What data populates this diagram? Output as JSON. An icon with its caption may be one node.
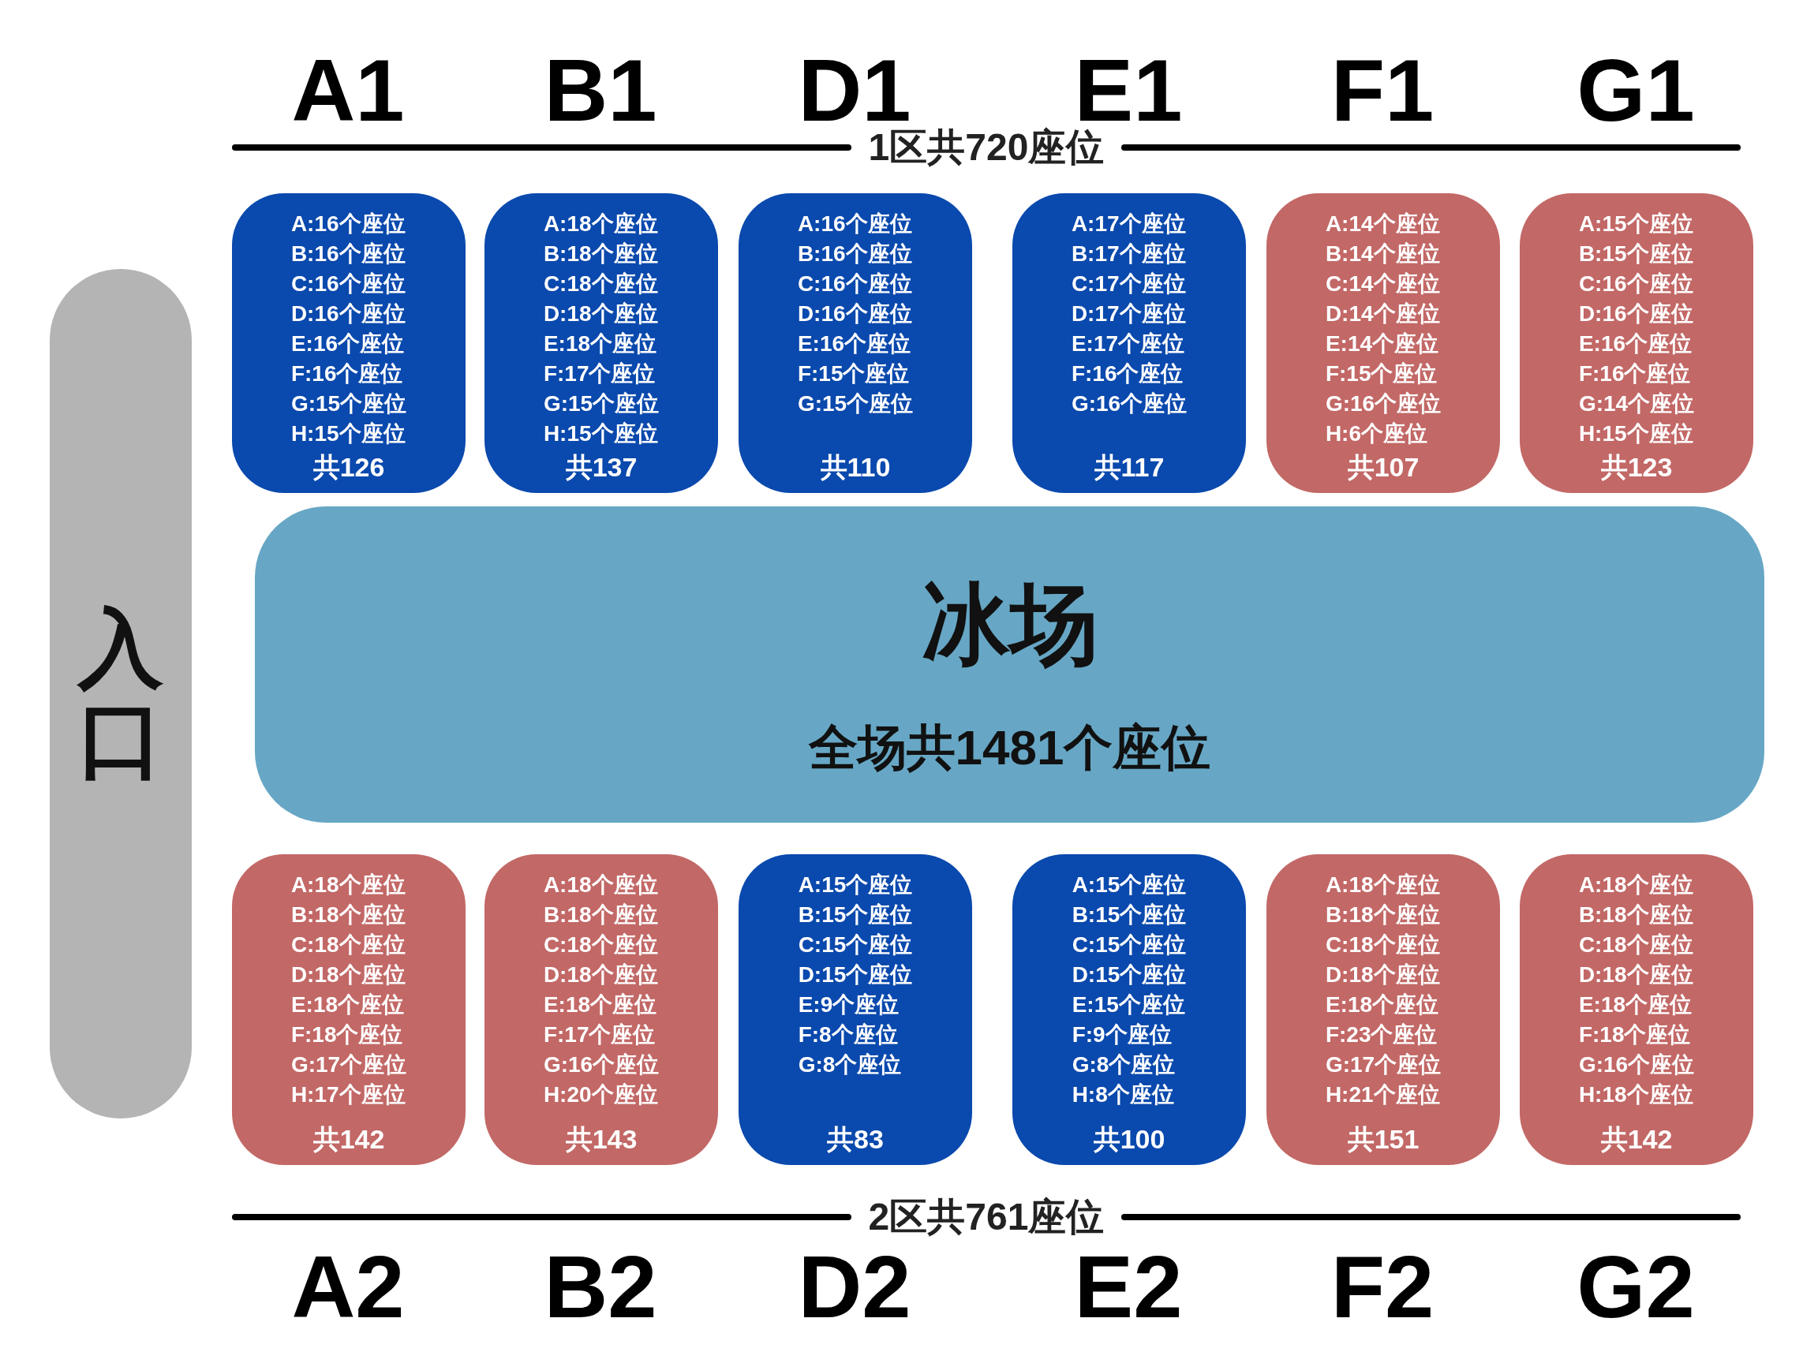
{
  "diagram": {
    "nodes": [
      {
        "text": [
          "A:16个座位",
          "B:16个座位",
          "C:16个座位",
          "D:16个座位",
          "E:16个座位",
          "F:16个座位",
          "G:15个座位",
          "H:15个座位",
          "共126"
        ]
      },
      {
        "text": [
          "A:18个座位",
          "B:18个座位",
          "C:18个座位",
          "D:18个座位",
          "E:18个座位",
          "F:17个座位",
          "G:15个座位",
          "H:15个座位",
          "共137"
        ]
      },
      {
        "text": [
          "A:16个座位",
          "B:16个座位",
          "C:16个座位",
          "D:16个座位",
          "E:16个座位",
          "F:15个座位",
          "G:15个座位",
          "共110"
        ]
      },
      {
        "text": [
          "A:17个座位",
          "B:17个座位",
          "C:17个座位",
          "D:17个座位",
          "E:17个座位",
          "F:16个座位",
          "G:16个座位",
          "共117"
        ]
      },
      {
        "text": [
          "A:14个座位",
          "B:14个座位",
          "C:14个座位",
          "D:14个座位",
          "E:14个座位",
          "F:15个座位",
          "G:16个座位",
          "H:6个座位",
          "共107"
        ]
      },
      {
        "text": [
          "A:15个座位",
          "B:15个座位",
          "C:16个座位",
          "D:16个座位",
          "E:16个座位",
          "F:16个座位",
          "G:14个座位",
          "H:15个座位",
          "共123"
        ]
      },
      {
        "text": [
          "入口"
        ]
      },
      {
        "text": [
          "冰场",
          "全场共1481个座位"
        ]
      },
      {
        "text": [
          "A:18个座位",
          "B:18个座位",
          "C:18个座位",
          "D:18个座位",
          "E:18个座位",
          "F:18个座位",
          "G:17个座位",
          "H:17个座位",
          "共142"
        ]
      },
      {
        "text": [
          "A:18个座位",
          "B:18个座位",
          "C:18个座位",
          "D:18个座位",
          "E:18个座位",
          "F:17个座位",
          "G:16个座位",
          "H:20个座位",
          "共143"
        ]
      },
      {
        "text": [
          "A:15个座位",
          "B:15个座位",
          "C:15个座位",
          "D:15个座位",
          "E:9个座位",
          "F:8个座位",
          "G:8个座位",
          "共83"
        ]
      },
      {
        "text": [
          "A:15个座位",
          "B:15个座位",
          "C:15个座位",
          "D:15个座位",
          "E:15个座位",
          "F:9个座位",
          "G:8个座位",
          "H:8个座位",
          "共100"
        ]
      },
      {
        "text": [
          "A:18个座位",
          "B:18个座位",
          "C:18个座位",
          "D:18个座位",
          "E:18个座位",
          "F:23个座位",
          "G:17个座位",
          "H:21个座位",
          "共151"
        ]
      },
      {
        "text": [
          "A:18个座位",
          "B:18个座位",
          "C:18个座位",
          "D:18个座位",
          "E:18个座位",
          "F:18个座位",
          "G:16个座位",
          "H:18个座位",
          "共142"
        ]
      }
    ],
    "labels": [
      "A1",
      "B1",
      "D1",
      "E1",
      "F1",
      "G1",
      "1区共720座位",
      "2区共761座位",
      "A2",
      "B2",
      "D2",
      "E2",
      "F2",
      "G2"
    ]
  }
}
